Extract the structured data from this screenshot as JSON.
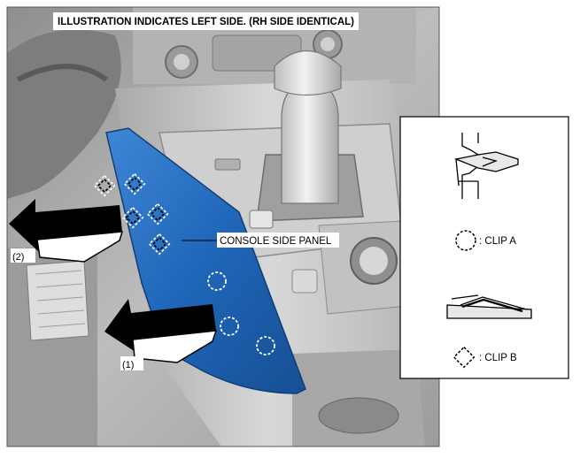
{
  "header": {
    "title": "ILLUSTRATION INDICATES LEFT SIDE. (RH SIDE IDENTICAL)"
  },
  "callouts": {
    "panel_label": "CONSOLE SIDE PANEL",
    "arrow_1": "(1)",
    "arrow_2": "(2)"
  },
  "legend": {
    "clip_a": ": CLIP A",
    "clip_b": ": CLIP B"
  },
  "colors": {
    "panel_blue": "#1f66b8",
    "panel_blue_light": "#3f86d6",
    "interior_gray": "#c9c9c9",
    "arrow_black": "#000000"
  }
}
